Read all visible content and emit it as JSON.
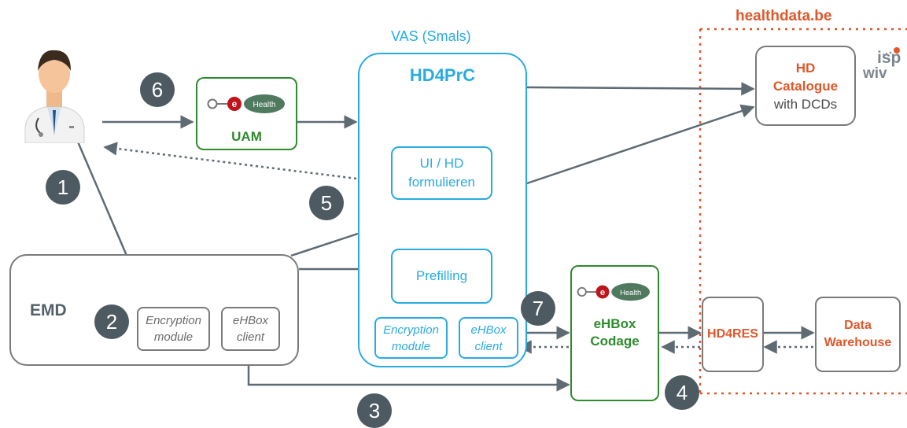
{
  "labels": {
    "vas": "VAS (Smals)",
    "hd4prc": "HD4PrC",
    "healthdata": "healthdata.be",
    "uam": "UAM",
    "ui_hd_line1": "UI / HD",
    "ui_hd_line2": "formulieren",
    "prefilling": "Prefilling",
    "enc_line1": "Encryption",
    "enc_line2": "module",
    "ehbox_line1": "eHBox",
    "ehbox_line2": "client",
    "emd": "EMD",
    "ehbox_codage_line1": "eHBox",
    "ehbox_codage_line2": "Codage",
    "hd_catalogue_line1": "HD",
    "hd_catalogue_line2": "Catalogue",
    "hd_catalogue_line3": "with DCDs",
    "hd4res": "HD4RES",
    "dw_line1": "Data",
    "dw_line2": "Warehouse",
    "ehealth_logo_text": "Health",
    "isp_logo_top": "isp",
    "isp_logo_bottom": "wiv"
  },
  "steps": [
    "1",
    "2",
    "3",
    "4",
    "5",
    "6",
    "7"
  ],
  "colors": {
    "blue": "#29abe2",
    "green": "#2e8b2e",
    "orange": "#e0572a",
    "gray": "#7a7a7a",
    "step_circle": "#4e5a62",
    "arrow": "#5f6b73"
  }
}
